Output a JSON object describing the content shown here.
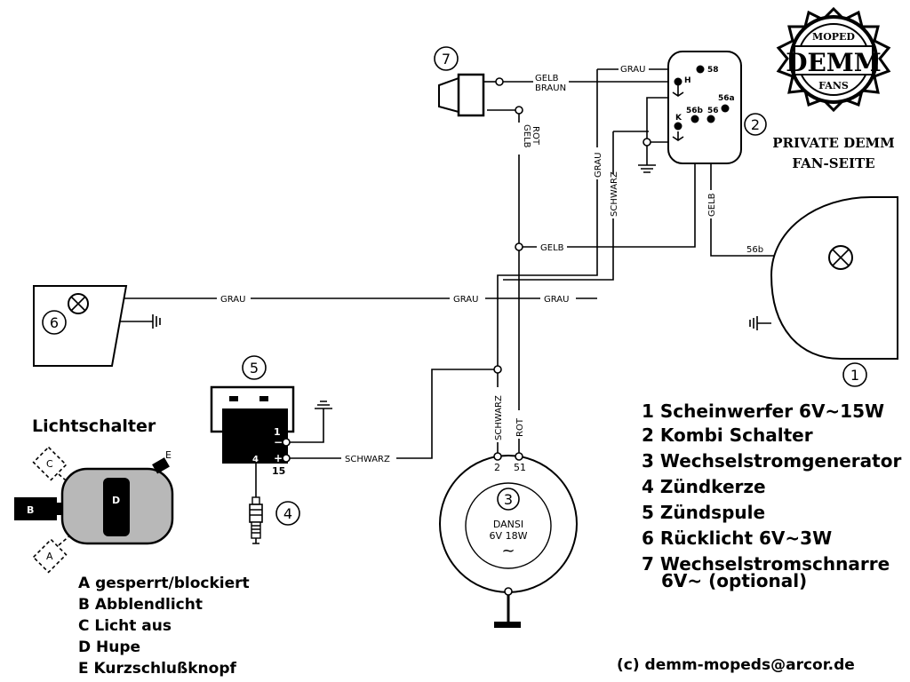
{
  "logo": {
    "top_text": "MOPED",
    "brand": "DEMM",
    "bottom_text": "FANS",
    "caption_line1": "PRIVATE DEMM",
    "caption_line2": "FAN-SEITE"
  },
  "wire_labels": {
    "grau": "GRAU",
    "gelb": "GELB",
    "braun": "BRAUN",
    "rot": "ROT",
    "schwarz": "SCHWARZ"
  },
  "terminals": {
    "t58": "58",
    "tH": "H",
    "t56a": "56a",
    "tK": "K",
    "t56b": "56b",
    "t56": "56",
    "lamp_56b": "56b",
    "coil_1": "1",
    "coil_minus": "−",
    "coil_4": "4",
    "coil_plus": "+",
    "coil_15": "15",
    "gen_2": "2",
    "gen_51": "51"
  },
  "component_numbers": [
    "1",
    "2",
    "3",
    "4",
    "5",
    "6",
    "7"
  ],
  "generator": {
    "name": "DANSI",
    "rating": "6V 18W",
    "ac_symbol": "~"
  },
  "light_switch": {
    "title": "Lichtschalter",
    "labels": {
      "A": "A",
      "B": "B",
      "C": "C",
      "D": "D",
      "E": "E"
    },
    "colors": {
      "body": "#b8b8b8",
      "dark": "#000000"
    },
    "legend": [
      "A gesperrt/blockiert",
      "B Abblendlicht",
      "C Licht aus",
      "D Hupe",
      "E Kurzschlußknopf"
    ]
  },
  "legend": [
    "1 Scheinwerfer  6V~15W",
    "2 Kombi Schalter",
    "3 Wechselstromgenerator",
    "4 Zündkerze",
    "5 Zündspule",
    "6 Rücklicht    6V~3W",
    "7 Wechselstromschnarre",
    "6V~ (optional)"
  ],
  "copyright": "(c) demm-mopeds@arcor.de"
}
